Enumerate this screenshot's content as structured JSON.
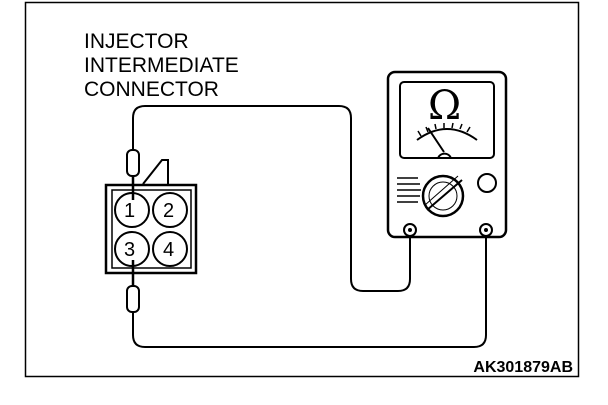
{
  "diagram": {
    "title_lines": [
      "INJECTOR",
      "INTERMEDIATE",
      "CONNECTOR"
    ],
    "figure_code": "AK301879AB",
    "connector": {
      "pins": [
        "1",
        "2",
        "3",
        "4"
      ]
    },
    "meter": {
      "unit_symbol": "Ω",
      "icon": "ohmmeter-icon"
    }
  }
}
